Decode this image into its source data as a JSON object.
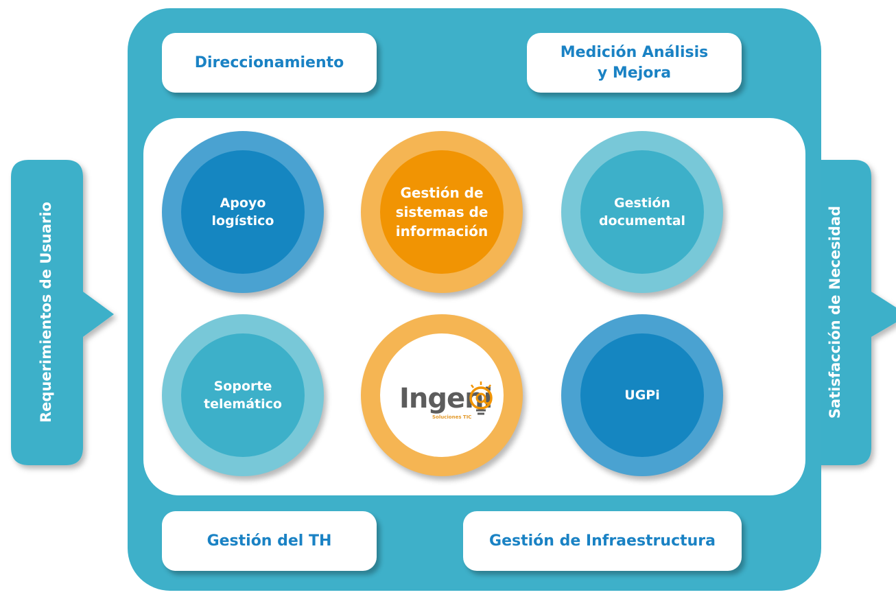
{
  "side_labels": {
    "left": "Requerimientos de Usuario",
    "right": "Satisfacción de Necesidad"
  },
  "boxes": {
    "top_left": "Direccionamiento",
    "top_right": "Medición Análisis\ny Mejora",
    "bottom_left": "Gestión del TH",
    "bottom_right": "Gestión de Infraestructura"
  },
  "circles": {
    "apoyo": "Apoyo\nlogístico",
    "sistemas": "Gestión de\nsistemas de\ninformación",
    "documental": "Gestión\ndocumental",
    "soporte": "Soporte\ntelemático",
    "ugpi": "UGPi"
  },
  "logo": {
    "name": "Ingeni@",
    "tagline": "Soluciones TIC"
  },
  "colors": {
    "frame_teal": "#3eb0c9",
    "blue": "#1586c1",
    "orange": "#f19403",
    "teal": "#3db0c9",
    "text_blue": "#1a82c4"
  }
}
